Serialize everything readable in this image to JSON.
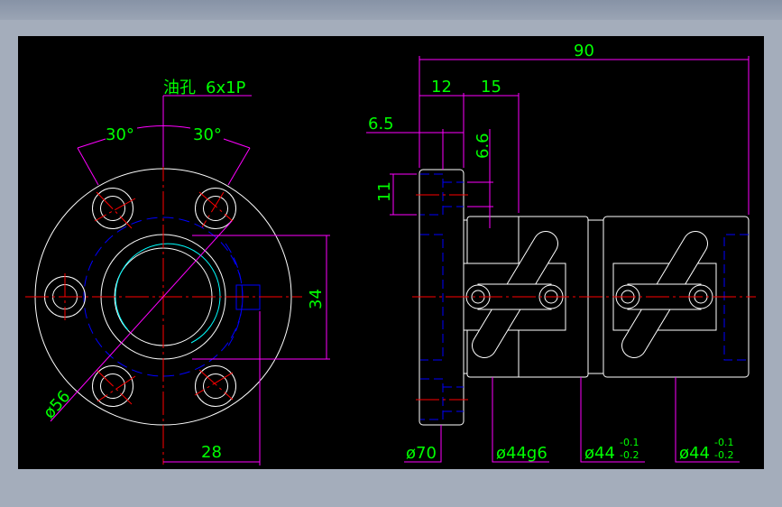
{
  "drawing": {
    "colors": {
      "background": "#000000",
      "outline": "#ffffff",
      "centerline": "#ff0000",
      "hidden": "#0000ff",
      "dimension": "#ff00ff",
      "text": "#00ff00",
      "thread": "#00ffff"
    },
    "front_view": {
      "oil_hole_label": "油孔",
      "oil_hole_thread": "6x1P",
      "angle_left": "30°",
      "angle_right": "30°",
      "dim_vertical": "34",
      "dim_horizontal": "28",
      "dim_bolt_circle": "ø56"
    },
    "side_view": {
      "dim_total": "90",
      "dim_flange": "12",
      "dim_step": "15",
      "dim_offset": "6.5",
      "dim_hole_offset": "6.6",
      "dim_hole_dia": "11",
      "dia_flange": "ø70",
      "dia_fit": "ø44g6",
      "dia_body_1": "ø44",
      "dia_body_2": "ø44",
      "tol_upper": "-0.1",
      "tol_lower": "-0.2"
    }
  }
}
